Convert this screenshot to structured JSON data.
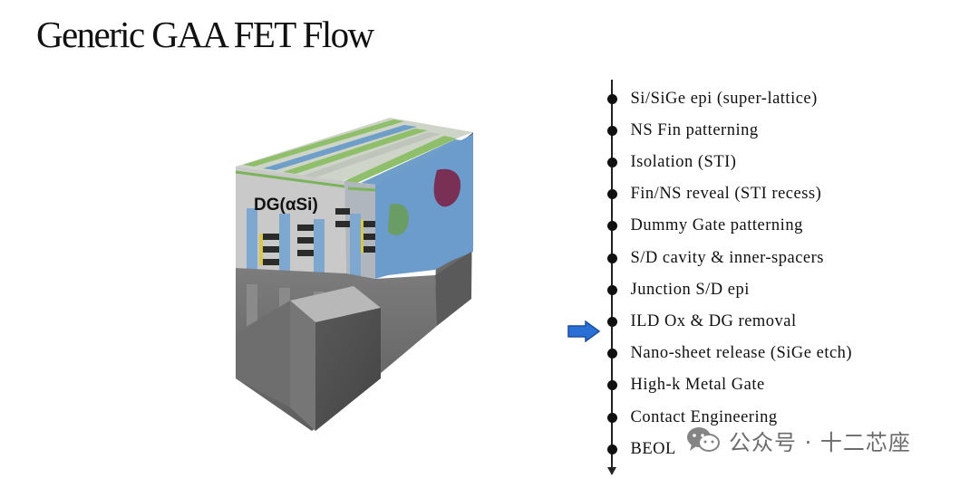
{
  "slide": {
    "title": "Generic GAA FET Flow"
  },
  "device_image": {
    "label": "DG(αSi)"
  },
  "process_flow": {
    "steps": [
      "Si/SiGe epi (super-lattice)",
      "NS Fin patterning",
      "Isolation (STI)",
      "Fin/NS reveal (STI recess)",
      "Dummy Gate patterning",
      "S/D cavity & inner-spacers",
      "Junction S/D epi",
      "ILD Ox & DG removal",
      "Nano-sheet release (SiGe etch)",
      "High-k Metal Gate",
      "Contact Engineering",
      "BEOL"
    ],
    "current_step": "ILD Ox & DG removal",
    "arrow_color": "#2a6fd6"
  },
  "watermark": {
    "text": "公众号 · 十二芯座",
    "icon": "wechat-icon"
  }
}
